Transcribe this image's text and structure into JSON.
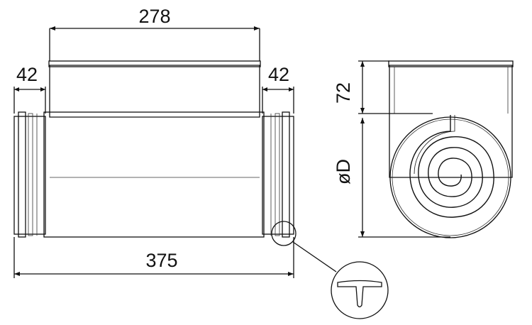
{
  "dimensions": {
    "top_width": "278",
    "left_collar": "42",
    "right_collar": "42",
    "total_length": "375",
    "side_height": "72",
    "diameter": "øD"
  },
  "colors": {
    "line": "#111111",
    "shade": "#cfcfcf",
    "background": "#ffffff"
  }
}
